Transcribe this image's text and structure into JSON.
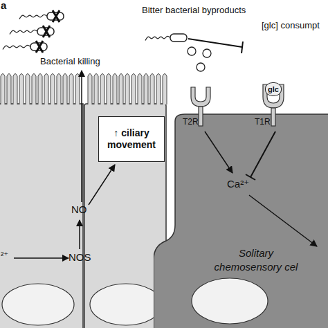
{
  "diagram": {
    "nodes": [
      {
        "text": [
          "↑ ciliary movement"
        ]
      },
      {
        "text": [
          "Solitary chemosensory cel"
        ]
      },
      {
        "text": [
          "glc"
        ]
      }
    ],
    "labels": [
      "a",
      "Bitter bacterial byproducts",
      "[glc] consumpt",
      "Bacterial killing",
      "T2R",
      "T1R",
      "Ca²⁺",
      "NO",
      "NOS",
      "²⁺"
    ]
  }
}
